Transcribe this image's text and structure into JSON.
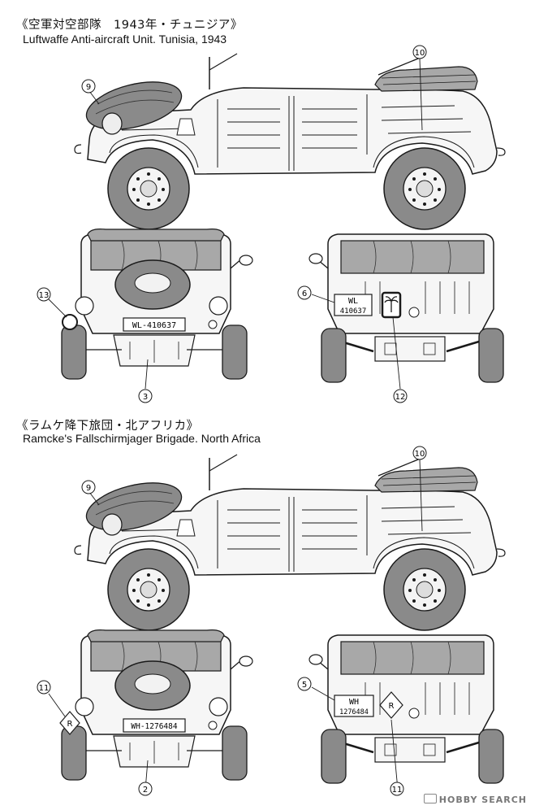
{
  "section1": {
    "title_jp": "《空軍対空部隊　1943年・チュニジア》",
    "title_en": "Luftwaffe Anti-aircraft Unit. Tunisia, 1943",
    "callouts": {
      "side_a": "9",
      "side_b": "10",
      "front_left": "13",
      "front_bottom": "3",
      "rear_left": "6",
      "rear_bottom": "12"
    },
    "front_plate": "WL-410637",
    "rear_plate_top": "WL",
    "rear_plate_bottom": "410637"
  },
  "section2": {
    "title_jp": "《ラムケ降下旅団・北アフリカ》",
    "title_en": "Ramcke's Fallschirmjager Brigade. North Africa",
    "callouts": {
      "side_a": "9",
      "side_b": "10",
      "front_left": "11",
      "front_bottom": "2",
      "rear_left": "5",
      "rear_bottom": "11"
    },
    "front_plate": "WH-1276484",
    "rear_plate_top": "WH",
    "rear_plate_bottom": "1276484",
    "badge_letter": "R"
  },
  "watermark": "HOBBY SEARCH",
  "colors": {
    "line": "#1a1a1a",
    "tire": "#8a8a8a",
    "body": "#f6f6f6",
    "canvas": "#a8a8a8"
  }
}
